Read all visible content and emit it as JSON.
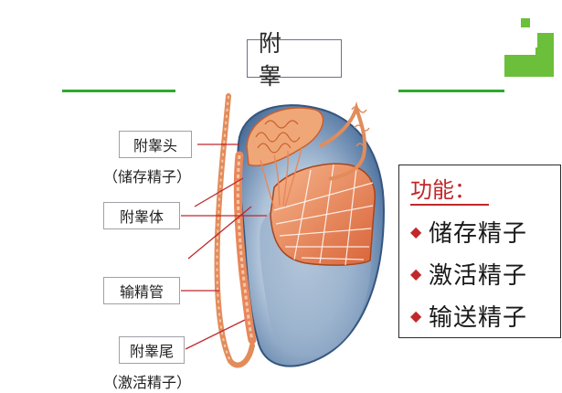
{
  "title": "附  睾",
  "labels": {
    "head": "附睾头",
    "head_note": "（储存精子）",
    "body": "附睾体",
    "duct": "输精管",
    "tail": "附睾尾",
    "tail_note": "（激活精子）"
  },
  "functions": {
    "title": "功能：",
    "items": [
      "储存精子",
      "激活精子",
      "输送精子"
    ],
    "bullet": "◆"
  },
  "colors": {
    "accent_red": "#c0282a",
    "green_rule": "#2eaa2e",
    "logo_green": "#6cbf3a",
    "tissue_orange": "#e8875a",
    "capsule_blue": "#5d7fa8"
  }
}
